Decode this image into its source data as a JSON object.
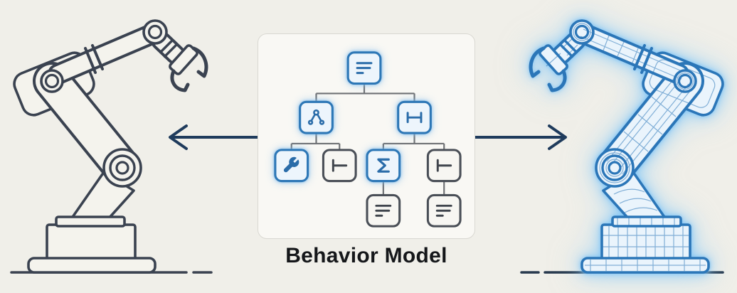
{
  "panel": {
    "label": "Behavior Model",
    "tree": {
      "nodes": [
        {
          "id": "root",
          "icon": "script-icon",
          "color": "blue",
          "parent": null
        },
        {
          "id": "branch-left",
          "icon": "compass-icon",
          "color": "blue",
          "parent": "root"
        },
        {
          "id": "branch-right",
          "icon": "beam-icon",
          "color": "blue",
          "parent": "root"
        },
        {
          "id": "leaf-wrench",
          "icon": "wrench-icon",
          "color": "blue",
          "parent": "branch-left"
        },
        {
          "id": "leaf-tack-left",
          "icon": "tack-icon",
          "color": "gray",
          "parent": "branch-left"
        },
        {
          "id": "node-sigma",
          "icon": "sigma-icon",
          "color": "blue",
          "parent": "branch-right"
        },
        {
          "id": "node-tack-right",
          "icon": "tack-icon",
          "color": "gray",
          "parent": "branch-right"
        },
        {
          "id": "leaf-doc-left",
          "icon": "script-icon",
          "color": "gray",
          "parent": "node-sigma"
        },
        {
          "id": "leaf-doc-right",
          "icon": "script-icon",
          "color": "gray",
          "parent": "node-tack-right"
        }
      ]
    }
  },
  "scene": {
    "left_figure": "line-art robot arm",
    "right_figure": "blue wireframe robot arm with glow",
    "arrow_left_direction": "left",
    "arrow_right_direction": "right"
  },
  "colors": {
    "bg": "#f0efe9",
    "panel-bg": "#f9f8f4",
    "panel-border": "#d9d8d2",
    "text": "#15171a",
    "tree-line": "#6f7174",
    "node-gray": "#4a4f57",
    "icon-gray": "#3f444c",
    "node-gray-fill": "#f7f6f2",
    "blue": "#2d77b6",
    "icon-blue": "#2a6ca9",
    "node-blue-fill": "#edf5fc",
    "arrow": "#1f3b5c",
    "robot-line": "#3a4250",
    "robot-fill": "#f4f3ed",
    "wf-line": "#2b76b8",
    "wf-fill": "#eaf4fc",
    "glow": "#9fd1f2",
    "ground-left": "#3a4250",
    "ground-right": "#27394d"
  }
}
